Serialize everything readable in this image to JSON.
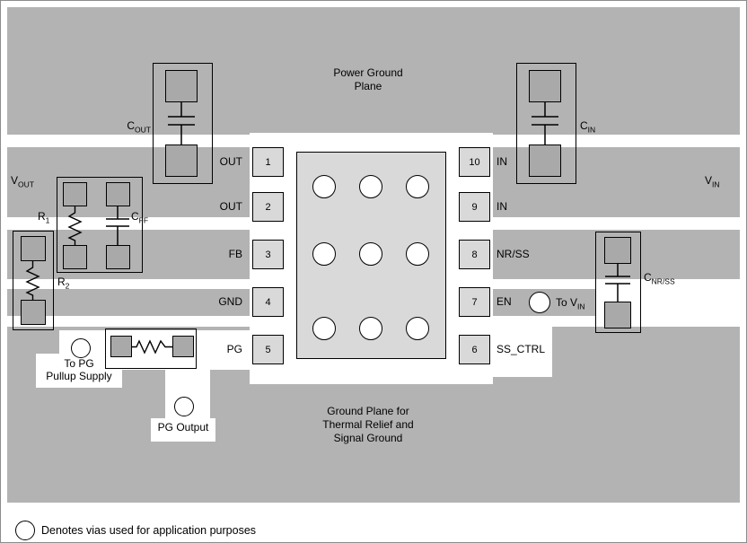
{
  "colors": {
    "plane": "#b3b3b3",
    "pad_dark": "#a9a9a9",
    "pad_light": "#d9d9d9",
    "ic_fill": "#d9d9d9"
  },
  "planes": {
    "power_ground_line1": "Power Ground",
    "power_ground_line2": "Plane",
    "thermal_line1": "Ground Plane for",
    "thermal_line2": "Thermal Relief and",
    "thermal_line3": "Signal Ground"
  },
  "ic": {
    "left_pins": [
      {
        "number": "1",
        "name": "OUT"
      },
      {
        "number": "2",
        "name": "OUT"
      },
      {
        "number": "3",
        "name": "FB"
      },
      {
        "number": "4",
        "name": "GND"
      },
      {
        "number": "5",
        "name": "PG"
      }
    ],
    "right_pins": [
      {
        "number": "10",
        "name": "IN"
      },
      {
        "number": "9",
        "name": "IN"
      },
      {
        "number": "8",
        "name": "NR/SS"
      },
      {
        "number": "7",
        "name": "EN"
      },
      {
        "number": "6",
        "name": "SS_CTRL"
      }
    ]
  },
  "components": {
    "cout": {
      "main": "C",
      "sub": "OUT"
    },
    "cin": {
      "main": "C",
      "sub": "IN"
    },
    "cff": {
      "main": "C",
      "sub": "FF"
    },
    "cnrss": {
      "main": "C",
      "sub": "NR/SS"
    },
    "r1": {
      "main": "R",
      "sub": "1"
    },
    "r2": {
      "main": "R",
      "sub": "2"
    }
  },
  "nets": {
    "vout": {
      "main": "V",
      "sub": "OUT"
    },
    "vin": {
      "main": "V",
      "sub": "IN"
    },
    "to_vin": {
      "main": "To V",
      "sub": "IN"
    },
    "to_pg_line1": "To PG",
    "to_pg_line2": "Pullup Supply",
    "pg_output": "PG Output"
  },
  "legend": {
    "text": "Denotes vias used for application purposes"
  }
}
